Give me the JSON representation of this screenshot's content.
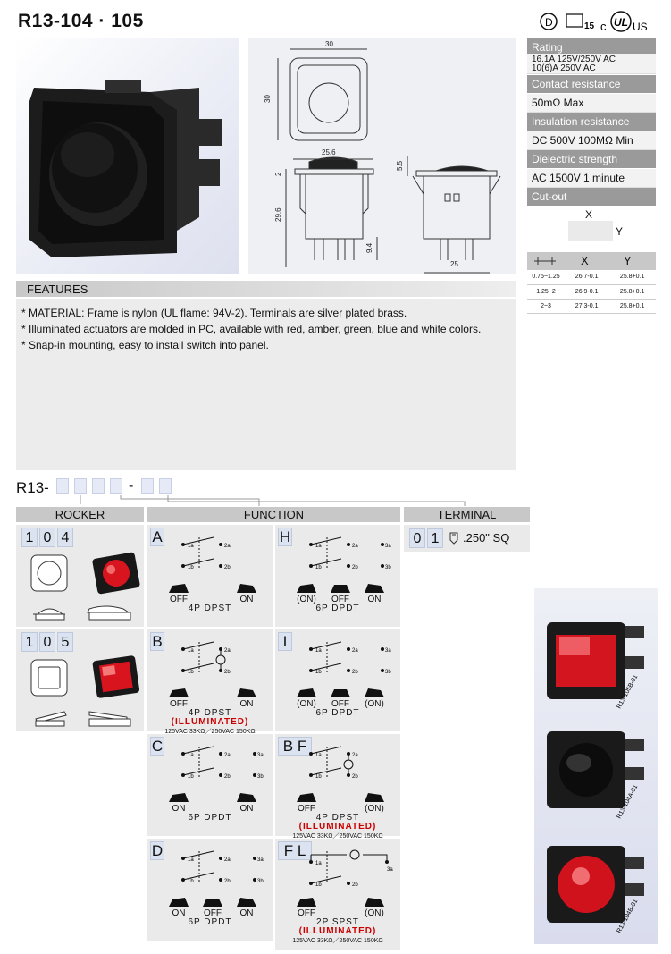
{
  "title": "R13-104 · 105",
  "specs": [
    {
      "h": "Rating",
      "v": "16.1A 125V/250V AC\n10(6)A 250V AC"
    },
    {
      "h": "Contact resistance",
      "v": "50mΩ Max"
    },
    {
      "h": "Insulation resistance",
      "v": "DC 500V 100MΩ Min"
    },
    {
      "h": "Dielectric strength",
      "v": "AC 1500V 1 minute"
    },
    {
      "h": "Cut-out",
      "v": ""
    }
  ],
  "cutout": {
    "x": "X",
    "y": "Y",
    "table_head": [
      "X",
      "Y"
    ],
    "rows": [
      [
        "0.75~1.25",
        "26.7-0.1",
        "25.8+0.1"
      ],
      [
        "1.25~2",
        "26.9-0.1",
        "25.8+0.1"
      ],
      [
        "2~3",
        "27.3-0.1",
        "25.8+0.1"
      ]
    ]
  },
  "dims": {
    "w30": "30",
    "h30": "30",
    "w256": "25.6",
    "h2": "2",
    "h296": "29.6",
    "h55": "5.5",
    "h94": "9.4",
    "w25": "25"
  },
  "features": {
    "heading": "FEATURES",
    "items": [
      "* MATERIAL: Frame is nylon (UL flame: 94V-2). Terminals are silver plated brass.",
      "* Illuminated actuators are molded in PC, available with red, amber, green, blue and white colors.",
      "* Snap-in mounting, easy to install switch into panel."
    ]
  },
  "part": {
    "prefix": "R13-",
    "dash": "-"
  },
  "cols": {
    "rocker": "ROCKER",
    "function": "FUNCTION",
    "terminal": "TERMINAL"
  },
  "rockers": [
    {
      "d": [
        "1",
        "0",
        "4"
      ]
    },
    {
      "d": [
        "1",
        "0",
        "5"
      ]
    }
  ],
  "terminal": {
    "d": [
      "0",
      "1"
    ],
    "label": ".250\" SQ"
  },
  "functions": [
    {
      "code": "A",
      "name": "4P DPST",
      "states": [
        "OFF",
        "ON"
      ]
    },
    {
      "code": "H",
      "name": "6P DPDT",
      "states": [
        "(ON)",
        "OFF",
        "ON"
      ]
    },
    {
      "code": "B",
      "name": "4P DPST",
      "ill": "(ILLUMINATED)",
      "note": "125VAC 33KΩ／250VAC 150KΩ",
      "states": [
        "OFF",
        "ON"
      ]
    },
    {
      "code": "I",
      "name": "6P DPDT",
      "states": [
        "(ON)",
        "OFF",
        "(ON)"
      ]
    },
    {
      "code": "C",
      "name": "6P DPDT",
      "states": [
        "ON",
        "ON"
      ]
    },
    {
      "code": "B F",
      "name": "4P DPST",
      "ill": "(ILLUMINATED)",
      "note": "125VAC 33KΩ／250VAC 150KΩ",
      "states": [
        "OFF",
        "(ON)"
      ]
    },
    {
      "code": "D",
      "name": "6P DPDT",
      "states": [
        "ON",
        "OFF",
        "ON"
      ]
    },
    {
      "code": "F L",
      "name": "2P SPST",
      "ill": "(ILLUMINATED)",
      "note": "125VAC 33KΩ／250VAC 150KΩ",
      "states": [
        "OFF",
        "(ON)"
      ]
    }
  ],
  "photo_labels": [
    "R13-105B-01",
    "R13-104A-01",
    "R13-104B-01"
  ],
  "certs": [
    "D",
    "15",
    "c",
    "US"
  ]
}
